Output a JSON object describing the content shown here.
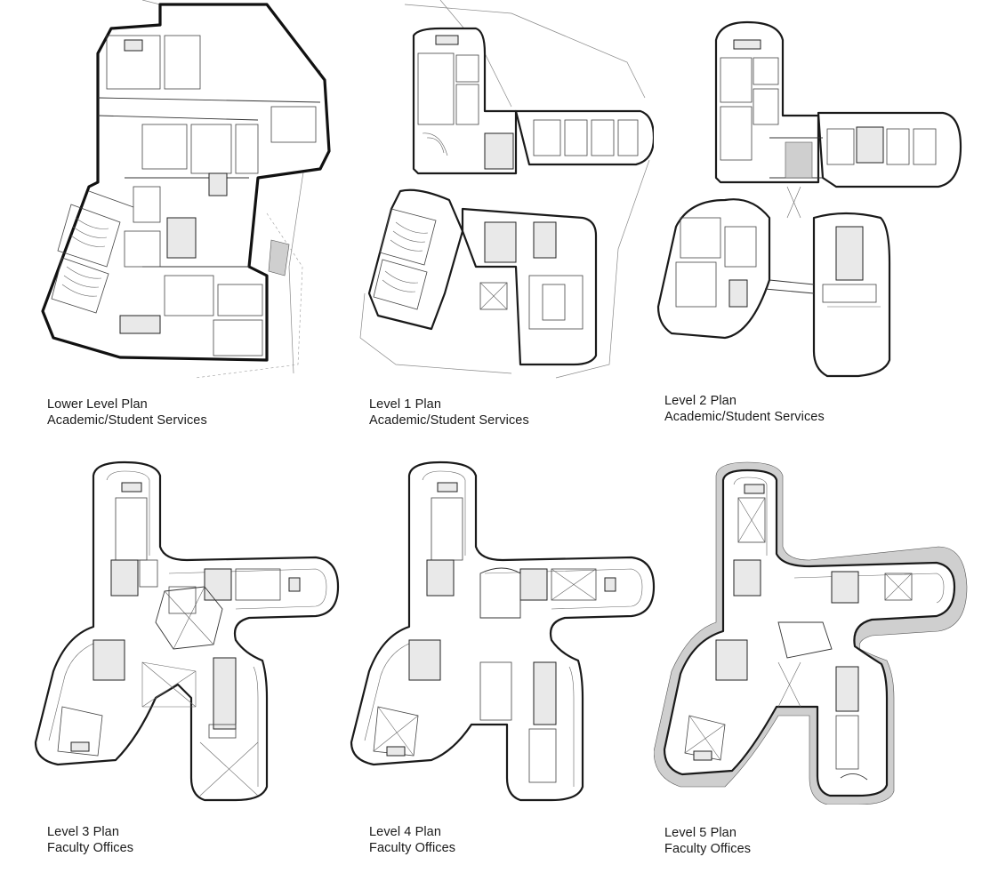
{
  "panels": [
    {
      "id": "lower-level",
      "title": "Lower Level Plan",
      "subtitle": "Academic/Student Services"
    },
    {
      "id": "level-1",
      "title": "Level 1 Plan",
      "subtitle": "Academic/Student Services"
    },
    {
      "id": "level-2",
      "title": "Level 2 Plan",
      "subtitle": "Academic/Student Services"
    },
    {
      "id": "level-3",
      "title": "Level 3 Plan",
      "subtitle": "Faculty Offices"
    },
    {
      "id": "level-4",
      "title": "Level 4 Plan",
      "subtitle": "Faculty Offices"
    },
    {
      "id": "level-5",
      "title": "Level 5 Plan",
      "subtitle": "Faculty Offices"
    }
  ]
}
